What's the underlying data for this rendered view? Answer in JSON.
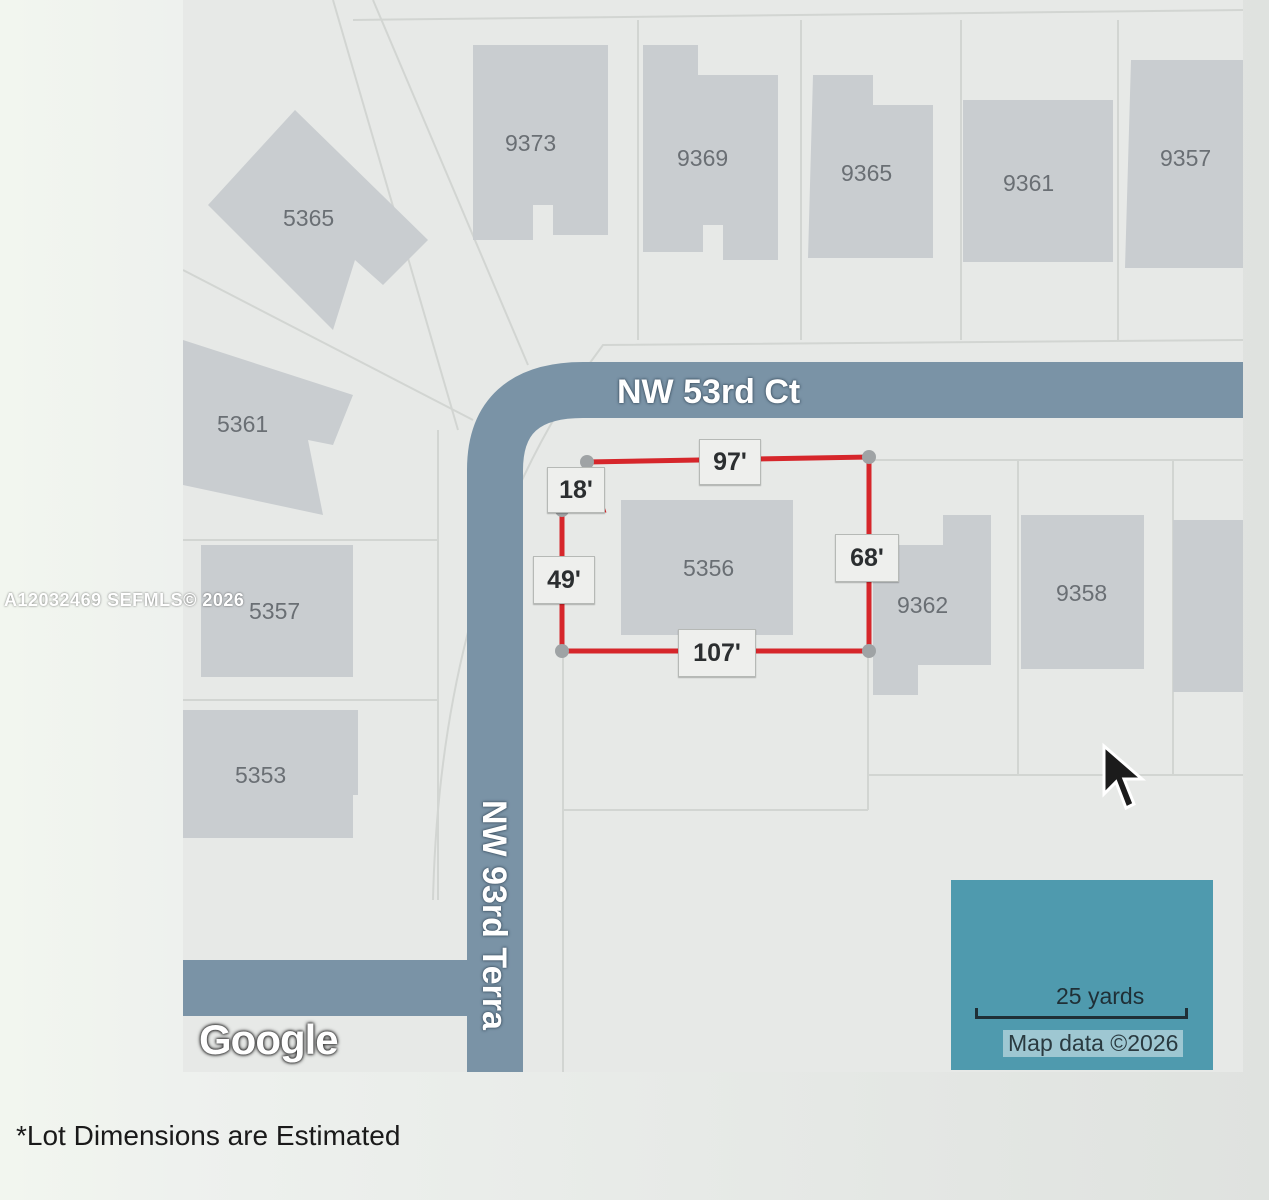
{
  "map": {
    "parcels": [
      {
        "id": "p9373",
        "number": "9373"
      },
      {
        "id": "p9369",
        "number": "9369"
      },
      {
        "id": "p9365",
        "number": "9365"
      },
      {
        "id": "p9361",
        "number": "9361"
      },
      {
        "id": "p9357",
        "number": "9357"
      },
      {
        "id": "p5365",
        "number": "5365"
      },
      {
        "id": "p5361",
        "number": "5361"
      },
      {
        "id": "p5357",
        "number": "5357"
      },
      {
        "id": "p5353",
        "number": "5353"
      },
      {
        "id": "p5356",
        "number": "5356"
      },
      {
        "id": "p9362",
        "number": "9362"
      },
      {
        "id": "p9358",
        "number": "9358"
      }
    ],
    "roads": {
      "top": "NW 53rd Ct",
      "left": "NW 93rd Terra"
    },
    "lot_dimensions": {
      "top": "97'",
      "top_left": "18'",
      "left": "49'",
      "right": "68'",
      "bottom": "107'"
    },
    "logo": "Google",
    "scale_label": "25 yards",
    "attribution": "Map data ©2026",
    "colors": {
      "road": "#7a93a6",
      "lot_outline": "#d6262b",
      "water": "#4f9aae"
    }
  },
  "watermark": "A12032469  SEFMLS© 2026",
  "footnote": "*Lot Dimensions are Estimated"
}
